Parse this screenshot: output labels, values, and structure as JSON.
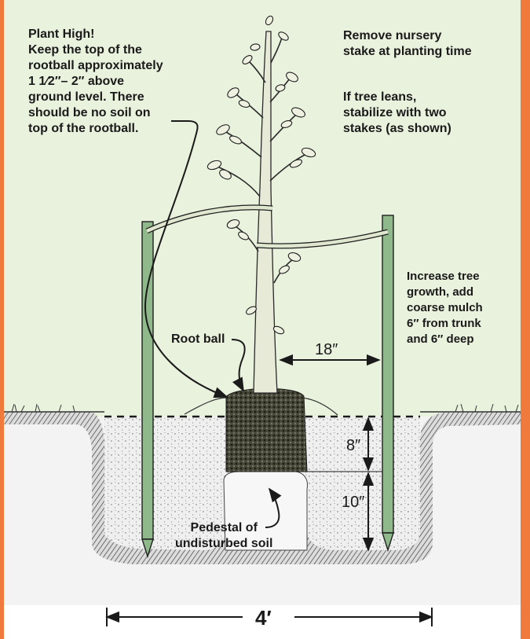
{
  "colors": {
    "frame": "#f07a3c",
    "panel": "#e9f2dd",
    "ink": "#1a1a1a",
    "soil": "#ededed",
    "mulch": "#3a3a2a",
    "stake": "#8fb98a"
  },
  "labels": {
    "plant_high": {
      "title": "Plant High!",
      "lines": [
        "Keep the top of the",
        "rootball approximately",
        "1 1⁄2″– 2″ above",
        "ground level. There",
        "should be no soil on",
        "top of the rootball."
      ]
    },
    "remove_stake": [
      "Remove nursery",
      "stake at planting time"
    ],
    "if_leans": [
      "If tree leans,",
      "stabilize with two",
      "stakes (as shown)"
    ],
    "mulch": [
      "Increase tree",
      "growth, add",
      "coarse mulch",
      "6″ from trunk",
      "and 6″ deep"
    ],
    "root_ball": "Root ball",
    "pedestal": [
      "Pedestal of",
      "undisturbed soil"
    ]
  },
  "dimensions": {
    "stake_distance": "18″",
    "rootball_depth": "8″",
    "pedestal_height": "10″",
    "hole_width": "4′"
  },
  "icons": [
    "tree-illustration",
    "stake-illustration",
    "root-ball-illustration",
    "dimension-arrow"
  ]
}
